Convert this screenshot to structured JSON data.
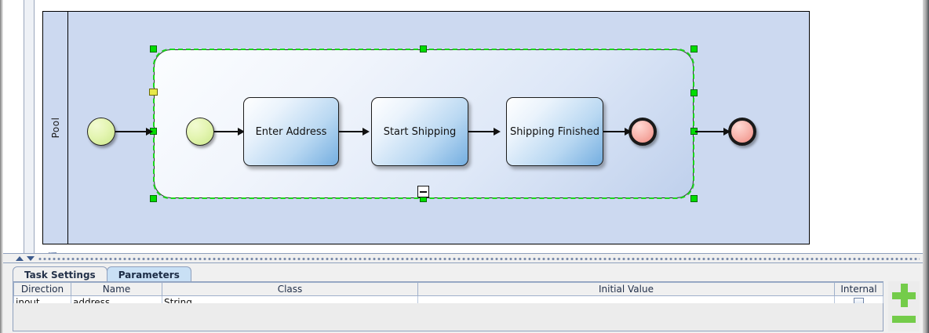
{
  "canvas": {
    "pool": {
      "label": "Pool"
    },
    "nodes": [
      {
        "id": "start-outer",
        "type": "start-event",
        "label": ""
      },
      {
        "id": "start-inner",
        "type": "start-event",
        "label": ""
      },
      {
        "id": "task-1",
        "type": "task",
        "label": "Enter Address"
      },
      {
        "id": "task-2",
        "type": "task",
        "label": "Start Shipping"
      },
      {
        "id": "task-3",
        "type": "task",
        "label": "Shipping Finished"
      },
      {
        "id": "end-inner",
        "type": "end-event",
        "label": ""
      },
      {
        "id": "end-outer",
        "type": "end-event",
        "label": ""
      }
    ],
    "subprocess": {
      "selected": true,
      "collapse_marker": "minus"
    },
    "colors": {
      "pool_fill": "#ccd9f0",
      "task_fill": "#b9d8f2",
      "start_event": "#cbe88a",
      "end_event": "#ef8a80",
      "selection_handle": "#00dd00",
      "selection_handle_alt": "#e8e84a",
      "selection_outline": "#18d918"
    }
  },
  "bottom_panel": {
    "tabs": [
      {
        "label": "Task Settings",
        "active": false
      },
      {
        "label": "Parameters",
        "active": true
      }
    ],
    "table": {
      "columns": [
        "Direction",
        "Name",
        "Class",
        "Initial Value",
        "Internal"
      ],
      "rows": [
        {
          "direction": "inout",
          "name": "address",
          "class": "String",
          "initial_value": "",
          "internal": false
        }
      ]
    },
    "buttons": {
      "add": "add-parameter",
      "remove": "remove-parameter"
    }
  }
}
